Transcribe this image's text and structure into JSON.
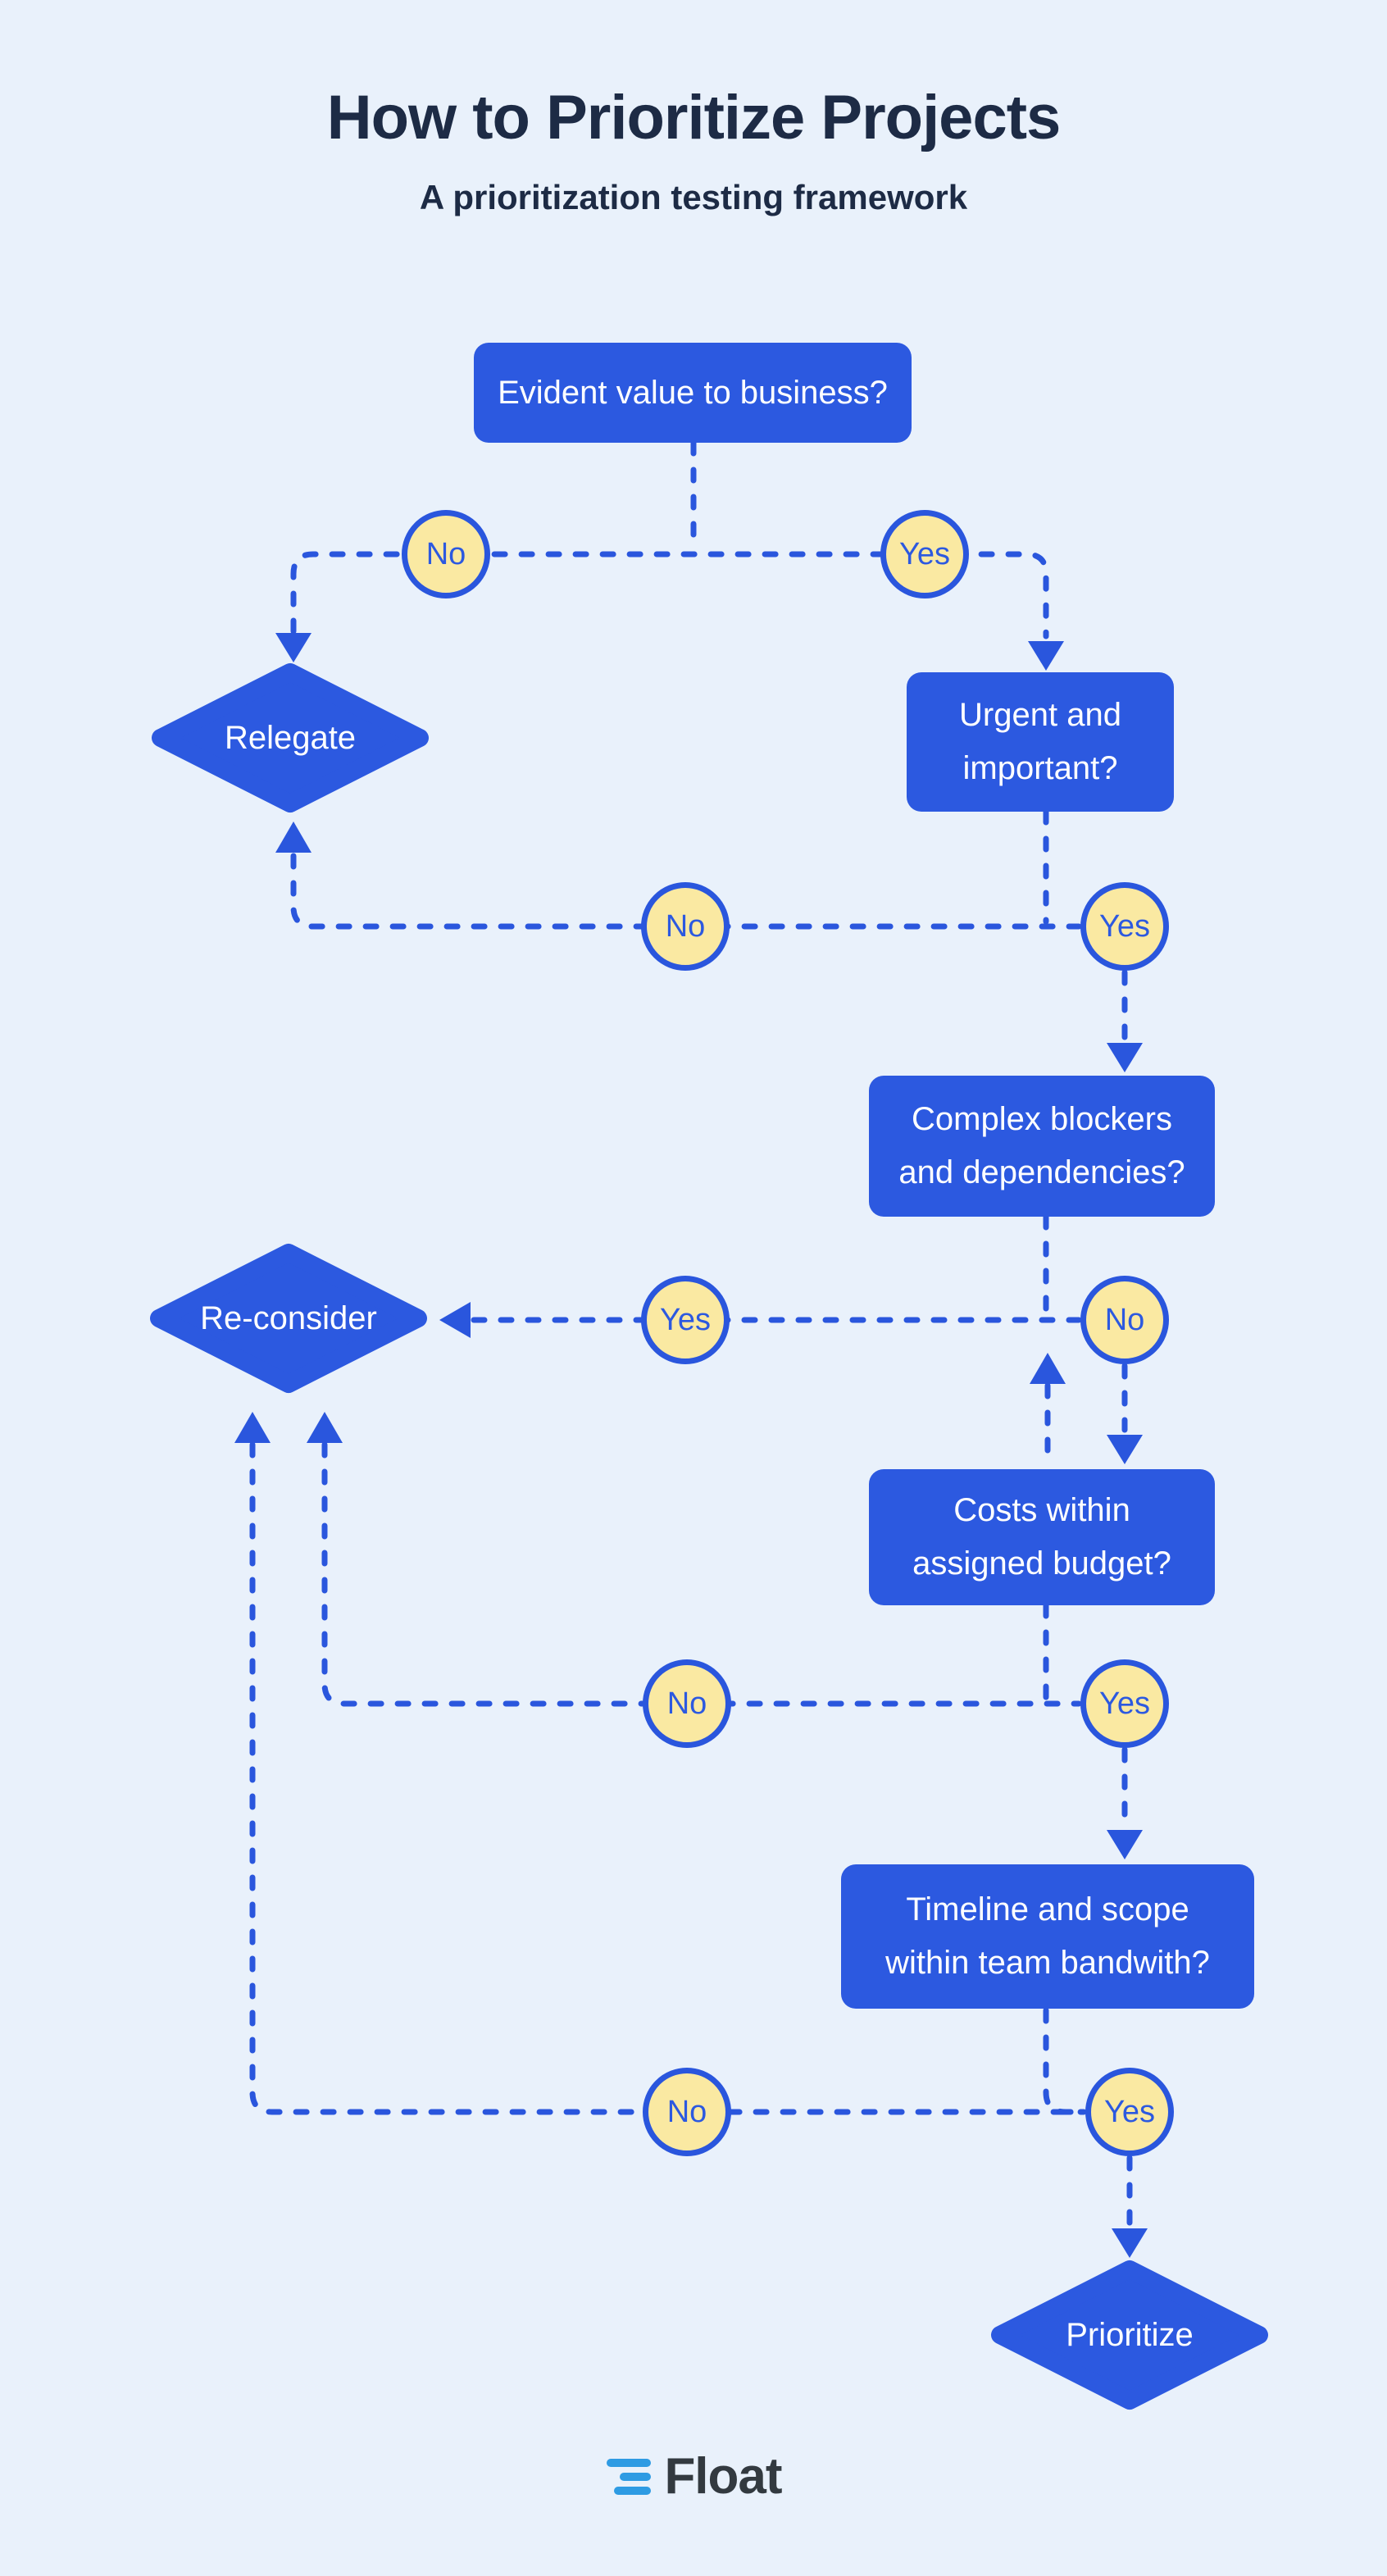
{
  "page": {
    "title": "How to Prioritize Projects",
    "subtitle": "A prioritization testing framework"
  },
  "colors": {
    "background": "#E9F1FB",
    "primary_blue": "#2C59E0",
    "line_blue": "#2A56DD",
    "circle_fill": "#FAE9A2",
    "circle_text": "#2C59E0",
    "node_text": "#FFFFFF",
    "heading_text": "#1D2B45",
    "logo_bars": "#2E9BE3",
    "logo_text": "#333A40"
  },
  "flowchart": {
    "decision_labels": {
      "yes": "Yes",
      "no": "No"
    },
    "questions": [
      {
        "id": "evident-value",
        "lines": [
          "Evident value to business?"
        ]
      },
      {
        "id": "urgent-important",
        "lines": [
          "Urgent and",
          "important?"
        ]
      },
      {
        "id": "complex-blockers",
        "lines": [
          "Complex blockers",
          "and dependencies?"
        ]
      },
      {
        "id": "costs-budget",
        "lines": [
          "Costs within",
          "assigned budget?"
        ]
      },
      {
        "id": "timeline-bandwidth",
        "lines": [
          "Timeline and scope",
          "within team bandwith?"
        ]
      }
    ],
    "outcomes": [
      {
        "id": "relegate",
        "label": "Relegate"
      },
      {
        "id": "reconsider",
        "label": "Re-consider"
      },
      {
        "id": "prioritize",
        "label": "Prioritize"
      }
    ]
  },
  "footer": {
    "brand": "Float",
    "logo_icon": "float-bars-icon"
  }
}
